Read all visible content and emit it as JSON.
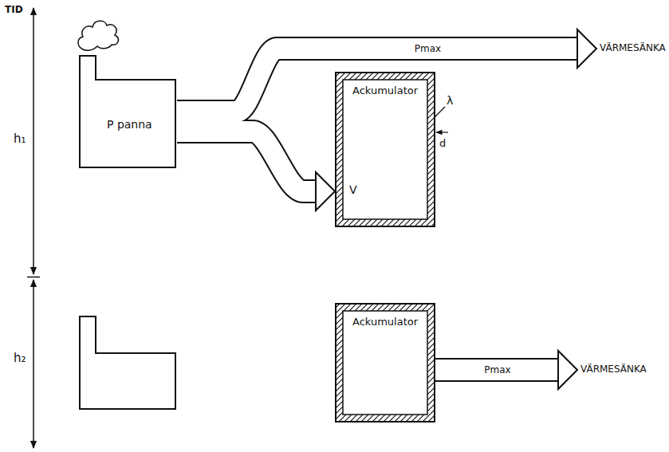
{
  "diagram": {
    "nodes": [
      {
        "text": [
          "P panna"
        ]
      },
      {
        "text": [
          "Ackumulator",
          "V"
        ]
      },
      {
        "text": [
          "VÄRMESÄNKA"
        ]
      },
      {
        "text": [
          "Ackumulator"
        ]
      },
      {
        "text": [
          "VÄRMESÄNKA"
        ]
      }
    ],
    "edges": [
      {
        "from": 0,
        "to": 2,
        "arrow": "to",
        "label": "Pmax"
      },
      {
        "from": 0,
        "to": 1,
        "arrow": "to"
      },
      {
        "from": 3,
        "to": 4,
        "arrow": "to",
        "label": "Pmax"
      }
    ],
    "labels": [
      "TID",
      "h₁",
      "h₂",
      "λ",
      "d"
    ]
  }
}
